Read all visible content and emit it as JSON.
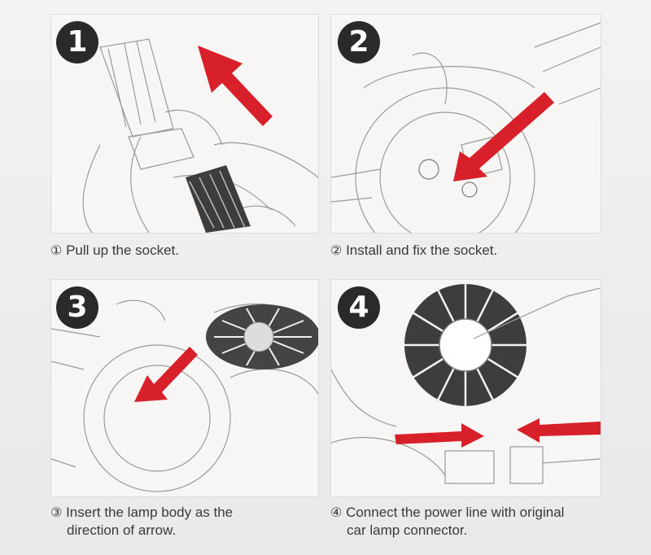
{
  "steps": [
    {
      "badge": "1",
      "marker": "①",
      "caption": "Pull up the socket."
    },
    {
      "badge": "2",
      "marker": "②",
      "caption": "Install and fix the socket."
    },
    {
      "badge": "3",
      "marker": "③",
      "caption": "Insert the lamp body as the",
      "caption_line2": "direction of arrow."
    },
    {
      "badge": "4",
      "marker": "④",
      "caption": "Connect the power line with original",
      "caption_line2": "car lamp connector."
    }
  ],
  "colors": {
    "arrow": "#d8202a",
    "sketch": "#9a9a9a",
    "badge": "#2a2a2a"
  },
  "icons": [
    "pull-up-arrow-icon",
    "install-arrow-icon",
    "insert-arrow-icon",
    "connector-arrow-icon"
  ]
}
